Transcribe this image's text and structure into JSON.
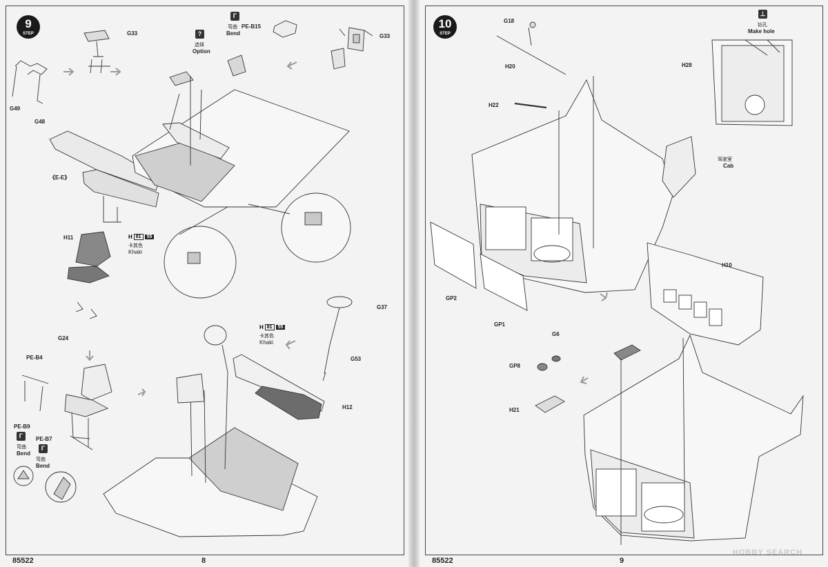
{
  "left_page": {
    "step": {
      "number": "9",
      "word": "STEP"
    },
    "labels": {
      "g33_top": "G33",
      "g33_right": "G33",
      "g49": "G49",
      "g48": "G48",
      "e_e": "《E-E》",
      "h11": "H11",
      "g24": "G24",
      "pe_b4": "PE-B4",
      "pe_b9": "PE-B9",
      "pe_b7": "PE-B7",
      "g37": "G37",
      "g53": "G53",
      "h12": "H12",
      "pe_b15": "PE-B15"
    },
    "bend_top": {
      "cn": "弯曲",
      "en": "Bend"
    },
    "option": {
      "cn": "选择",
      "en": "Option",
      "icon": "?"
    },
    "color_h11": {
      "letter": "H",
      "num": "81",
      "code": "55",
      "cn": "卡其色",
      "en": "Khaki"
    },
    "color_h12": {
      "letter": "H",
      "num": "81",
      "code": "55",
      "cn": "卡其色",
      "en": "Khaki"
    },
    "bend_b9": {
      "cn": "弯曲",
      "en": "Bend"
    },
    "bend_b7": {
      "cn": "弯曲",
      "en": "Bend"
    },
    "footer": {
      "code": "85522",
      "page": "8"
    }
  },
  "right_page": {
    "step": {
      "number": "10",
      "word": "STEP"
    },
    "labels": {
      "g18": "G18",
      "h20": "H20",
      "h22": "H22",
      "h28": "H28",
      "h10": "H10",
      "gp2": "GP2",
      "gp1": "GP1",
      "g6": "G6",
      "gp8": "GP8",
      "h21": "H21"
    },
    "make_hole": {
      "cn": "钻孔",
      "en": "Make hole"
    },
    "cab": {
      "cn": "驾驶室",
      "en": "Cab"
    },
    "footer": {
      "code": "85522",
      "page": "9"
    },
    "watermark": "HOBBY SEARCH"
  }
}
